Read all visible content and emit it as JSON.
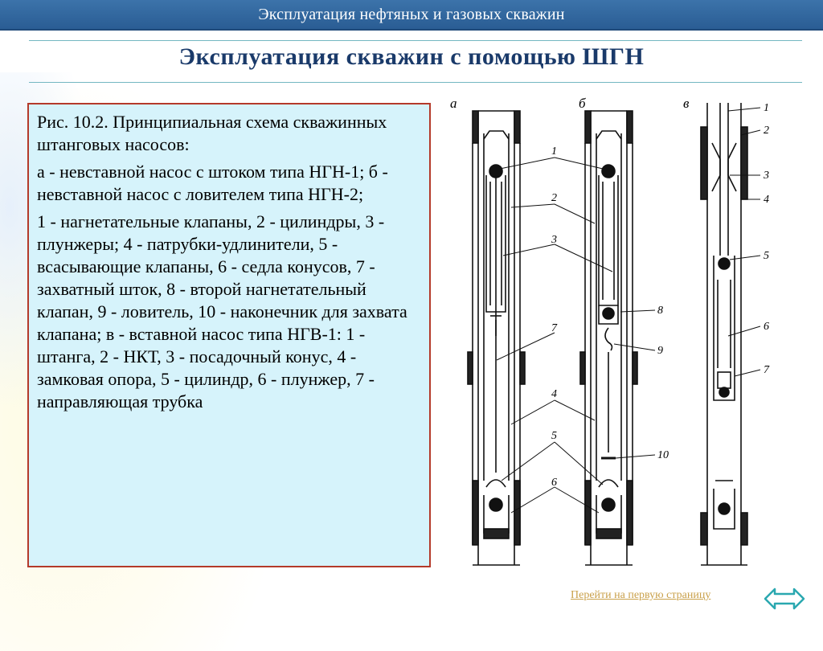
{
  "header": {
    "title": "Эксплуатация нефтяных и газовых скважин"
  },
  "slide": {
    "title": "Эксплуатация скважин с помощью ШГН"
  },
  "caption": {
    "paragraphs": [
      "Рис. 10.2. Принципиальная схема скважинных штанговых насосов:",
      "а - невставной насос с штоком типа НГН-1; б - невставной насос с ловителем типа НГН-2;",
      "1 - нагнетательные клапаны, 2 - цилиндры, 3 - плунжеры; 4 - патрубки-удлинители, 5 - всасывающие клапаны, 6 - седла конусов, 7 - захватный шток, 8 - второй нагнетательный клапан, 9 - ловитель, 10 - наконечник для захвата клапана; в - вставной насос типа НГВ-1: 1 - штанга, 2 - НКТ, 3 - посадочный конус, 4 - замковая опора, 5 - цилиндр, 6 - плунжер, 7 - направляющая трубка"
    ]
  },
  "figure": {
    "panel_letters": [
      "а",
      "б",
      "в"
    ],
    "left_labels": [
      "1",
      "2",
      "3",
      "7",
      "4",
      "5",
      "6"
    ],
    "middle_labels": [
      "8",
      "9",
      "10"
    ],
    "right_labels": [
      "1",
      "2",
      "3",
      "4",
      "5",
      "6",
      "7"
    ]
  },
  "footer": {
    "first_page_link": "Перейти на первую страницу"
  },
  "colors": {
    "header_bg": "#2f67a0",
    "box_bg": "#d6f3fb",
    "box_border": "#b43a2a",
    "title": "#1a3a6a",
    "link": "#c9a04a"
  },
  "icons": {
    "nav": "double-arrow-icon"
  }
}
